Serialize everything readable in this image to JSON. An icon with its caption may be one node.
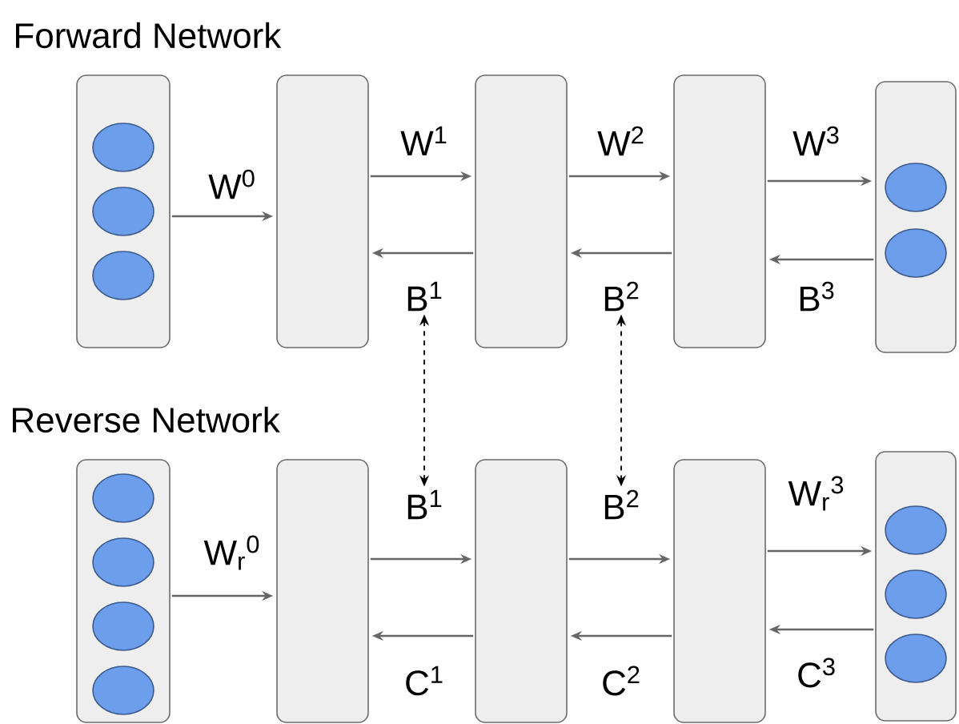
{
  "diagram": {
    "nodes": [
      {
        "text": [],
        "shape": "box"
      },
      {
        "text": [],
        "shape": "circle",
        "in": 0
      },
      {
        "text": [],
        "shape": "circle",
        "in": 0
      },
      {
        "text": [],
        "shape": "circle",
        "in": 0
      },
      {
        "text": [],
        "shape": "box"
      },
      {
        "text": [],
        "shape": "box"
      },
      {
        "text": [],
        "shape": "box"
      },
      {
        "text": [],
        "shape": "box"
      },
      {
        "text": [],
        "shape": "circle",
        "in": 7
      },
      {
        "text": [],
        "shape": "circle",
        "in": 7
      },
      {
        "text": [
          "B$^{1}$"
        ]
      },
      {
        "text": [
          "B$^{2}$"
        ]
      },
      {
        "text": [],
        "shape": "box"
      },
      {
        "text": [],
        "shape": "circle",
        "in": 12
      },
      {
        "text": [],
        "shape": "circle",
        "in": 12
      },
      {
        "text": [],
        "shape": "circle",
        "in": 12
      },
      {
        "text": [],
        "shape": "circle",
        "in": 12
      },
      {
        "text": [],
        "shape": "box"
      },
      {
        "text": [],
        "shape": "box"
      },
      {
        "text": [],
        "shape": "box"
      },
      {
        "text": [],
        "shape": "box"
      },
      {
        "text": [],
        "shape": "circle",
        "in": 20
      },
      {
        "text": [],
        "shape": "circle",
        "in": 20
      },
      {
        "text": [],
        "shape": "circle",
        "in": 20
      },
      {
        "text": [
          "B$^{1}$"
        ]
      },
      {
        "text": [
          "B$^{2}$"
        ]
      }
    ],
    "edges": [
      {
        "from": 0,
        "to": 4,
        "arrow": "to",
        "label": "W$^{0}$"
      },
      {
        "from": 4,
        "to": 5,
        "arrow": "to",
        "label": "W$^{1}$"
      },
      {
        "from": 5,
        "to": 6,
        "arrow": "to",
        "label": "W$^{2}$"
      },
      {
        "from": 6,
        "to": 7,
        "arrow": "to",
        "label": "W$^{3}$"
      },
      {
        "from": 5,
        "to": 4,
        "arrow": "to"
      },
      {
        "from": 6,
        "to": 5,
        "arrow": "to"
      },
      {
        "from": 7,
        "to": 6,
        "arrow": "to",
        "label": "B$^{3}$"
      },
      {
        "from": 10,
        "to": 24,
        "arrow": "both",
        "style": "dashed",
        "color": "#000000"
      },
      {
        "from": 11,
        "to": 25,
        "arrow": "both",
        "style": "dashed",
        "color": "#000000"
      },
      {
        "from": 12,
        "to": 17,
        "arrow": "to",
        "label": "W$_{r}$$^{0}$"
      },
      {
        "from": 17,
        "to": 18,
        "arrow": "to"
      },
      {
        "from": 18,
        "to": 19,
        "arrow": "to"
      },
      {
        "from": 19,
        "to": 20,
        "arrow": "to",
        "label": "W$_{r}$$^{3}$"
      },
      {
        "from": 18,
        "to": 17,
        "arrow": "to",
        "label": "C$^{1}$"
      },
      {
        "from": 19,
        "to": 18,
        "arrow": "to",
        "label": "C$^{2}$"
      },
      {
        "from": 20,
        "to": 19,
        "arrow": "to",
        "label": "C$^{3}$"
      }
    ],
    "labels": [
      "Forward Network",
      "Reverse Network"
    ]
  }
}
